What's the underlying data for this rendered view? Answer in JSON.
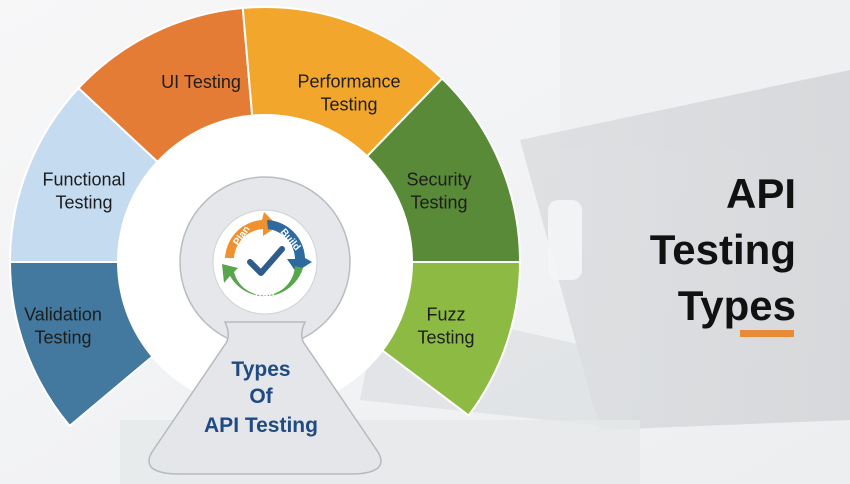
{
  "title": {
    "lines": [
      "API",
      "Testing",
      "Types"
    ]
  },
  "center": {
    "lines": [
      "Types",
      "Of",
      "API Testing"
    ]
  },
  "cycle_labels": [
    "Plan",
    "Build",
    "Run"
  ],
  "segments": [
    {
      "id": "validation",
      "lines": [
        "Validation",
        "Testing"
      ],
      "color": "#44799f"
    },
    {
      "id": "functional",
      "lines": [
        "Functional",
        "Testing"
      ],
      "color": "#c5dbef"
    },
    {
      "id": "ui",
      "lines": [
        "UI Testing"
      ],
      "color": "#e57c35"
    },
    {
      "id": "performance",
      "lines": [
        "Performance",
        "Testing"
      ],
      "color": "#f2a72c"
    },
    {
      "id": "security",
      "lines": [
        "Security",
        "Testing"
      ],
      "color": "#588a38"
    },
    {
      "id": "fuzz",
      "lines": [
        "Fuzz",
        "Testing"
      ],
      "color": "#8cba42"
    }
  ],
  "colors": {
    "accent": "#e98a37",
    "center_text": "#1f4a82",
    "check": "#2f5c8a"
  },
  "icons": [
    "check-icon",
    "cycle-arrows-icon"
  ]
}
